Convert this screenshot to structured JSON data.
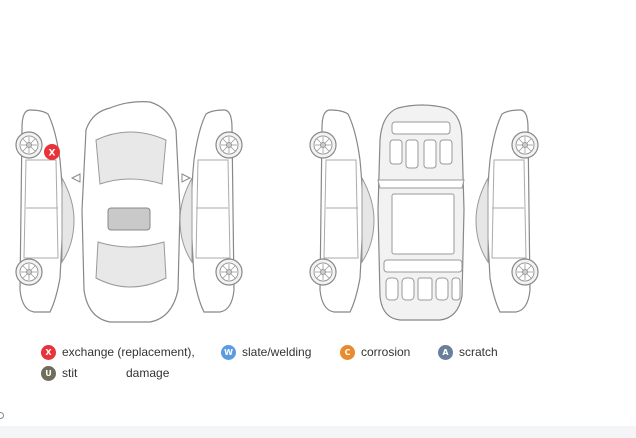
{
  "markers": {
    "exchange": {
      "letter": "X",
      "color": "#e8333a"
    }
  },
  "legend": {
    "items": [
      {
        "letter": "X",
        "color": "#e8333a",
        "label": "exchange (replacement),"
      },
      {
        "letter": "W",
        "color": "#5b9ce0",
        "label": "slate/welding"
      },
      {
        "letter": "C",
        "color": "#ea8a2e",
        "label": "corrosion"
      },
      {
        "letter": "A",
        "color": "#6b7f9d",
        "label": "scratch"
      },
      {
        "letter": "U",
        "color": "#6e6e5a",
        "label": "stit"
      }
    ],
    "extra_label": "damage"
  }
}
